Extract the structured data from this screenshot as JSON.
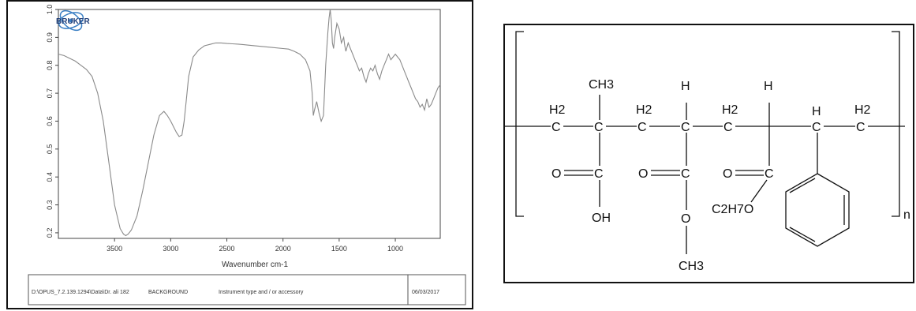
{
  "chart_data": {
    "type": "line",
    "xlabel": "Wavenumber cm-1",
    "ylabel": "",
    "xlim": [
      4000,
      600
    ],
    "ylim": [
      0.18,
      1.0
    ],
    "x_ticks": [
      3500,
      3000,
      2500,
      2000,
      1500,
      1000
    ],
    "y_ticks": [
      {
        "value": 0.2,
        "label": "0.2"
      },
      {
        "value": 0.3,
        "label": "0.3"
      },
      {
        "value": 0.4,
        "label": "0.4"
      },
      {
        "value": 0.5,
        "label": "0.5"
      },
      {
        "value": 0.6,
        "label": "0.6"
      },
      {
        "value": 0.7,
        "label": "0.7"
      },
      {
        "value": 0.8,
        "label": "0.8"
      },
      {
        "value": 0.9,
        "label": "0.9"
      },
      {
        "value": 1.0,
        "label": "1.0"
      }
    ],
    "series": [
      {
        "x": [
          4000,
          3950,
          3900,
          3850,
          3800,
          3750,
          3700,
          3650,
          3600,
          3550,
          3500,
          3450,
          3420,
          3400,
          3380,
          3350,
          3300,
          3250,
          3200,
          3150,
          3100,
          3060,
          3030,
          3000,
          2975,
          2950,
          2925,
          2900,
          2880,
          2860,
          2840,
          2800,
          2750,
          2700,
          2650,
          2600,
          2550,
          2500,
          2450,
          2400,
          2350,
          2300,
          2200,
          2100,
          2000,
          1950,
          1900,
          1850,
          1800,
          1760,
          1740,
          1730,
          1720,
          1700,
          1680,
          1660,
          1640,
          1620,
          1600,
          1590,
          1580,
          1570,
          1560,
          1550,
          1540,
          1520,
          1500,
          1480,
          1460,
          1450,
          1440,
          1420,
          1400,
          1380,
          1360,
          1340,
          1320,
          1300,
          1280,
          1260,
          1240,
          1220,
          1200,
          1180,
          1160,
          1140,
          1120,
          1100,
          1080,
          1060,
          1040,
          1020,
          1000,
          980,
          960,
          940,
          920,
          900,
          880,
          860,
          840,
          820,
          800,
          780,
          760,
          740,
          720,
          700,
          680,
          660,
          640,
          620,
          600
        ],
        "y": [
          0.84,
          0.835,
          0.825,
          0.815,
          0.8,
          0.785,
          0.76,
          0.7,
          0.6,
          0.45,
          0.3,
          0.215,
          0.195,
          0.19,
          0.195,
          0.21,
          0.26,
          0.35,
          0.45,
          0.55,
          0.62,
          0.635,
          0.62,
          0.6,
          0.58,
          0.56,
          0.545,
          0.55,
          0.6,
          0.68,
          0.76,
          0.83,
          0.855,
          0.87,
          0.875,
          0.88,
          0.88,
          0.878,
          0.877,
          0.876,
          0.874,
          0.872,
          0.868,
          0.864,
          0.86,
          0.858,
          0.85,
          0.84,
          0.82,
          0.78,
          0.7,
          0.62,
          0.64,
          0.67,
          0.63,
          0.6,
          0.62,
          0.8,
          0.92,
          0.97,
          1.0,
          0.96,
          0.88,
          0.86,
          0.9,
          0.95,
          0.93,
          0.88,
          0.9,
          0.87,
          0.85,
          0.88,
          0.86,
          0.84,
          0.82,
          0.8,
          0.78,
          0.79,
          0.76,
          0.74,
          0.77,
          0.79,
          0.78,
          0.8,
          0.77,
          0.75,
          0.78,
          0.8,
          0.82,
          0.84,
          0.82,
          0.83,
          0.84,
          0.83,
          0.82,
          0.8,
          0.78,
          0.76,
          0.74,
          0.72,
          0.7,
          0.68,
          0.67,
          0.65,
          0.66,
          0.64,
          0.68,
          0.65,
          0.66,
          0.68,
          0.7,
          0.72,
          0.73
        ]
      }
    ],
    "grid": false,
    "logo": "BRUKER",
    "footer": {
      "path": "D:\\OPUS_7.2.139.1294\\Data\\Dr. ali 182",
      "mode": "BACKGROUND",
      "instrument": "Instrument type and / or accessory",
      "date": "06/03/2017"
    }
  },
  "structure": {
    "atoms": {
      "ch2_label": "H2",
      "c_label": "C",
      "ch3_label": "CH3",
      "h_label": "H",
      "o_label": "O",
      "oh_label": "OH",
      "ester_label": "C2H7O",
      "repeat_index": "n"
    }
  }
}
